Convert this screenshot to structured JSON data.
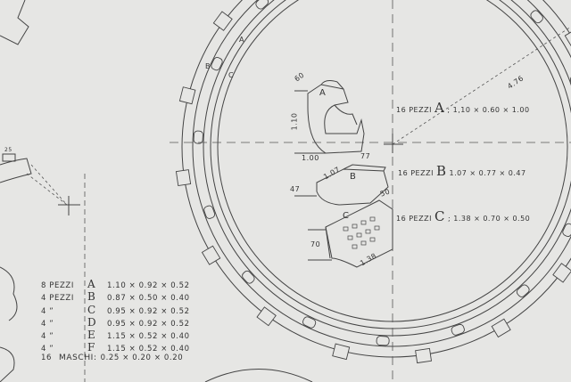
{
  "drawing": {
    "ring_labels": [
      "A",
      "B",
      "C"
    ],
    "radius_label": "4.76",
    "small_dim_label": "25",
    "pieces": [
      {
        "qty": "16 PEZZI",
        "letter": "A",
        "dims": "; 1,10 × 0.60 × 1.00"
      },
      {
        "qty": "16 PEZZI",
        "letter": "B",
        "dims": "1.07 × 0.77 × 0.47"
      },
      {
        "qty": "16 PEZZI",
        "letter": "C",
        "dims": "; 1.38 × 0.70 × 0.50"
      }
    ],
    "piece_dims": {
      "a_depth": "60",
      "a_height": "1.10",
      "a_width": "1.00",
      "a_tag": "A",
      "b_length": "1.07",
      "b_width": "77",
      "b_height": "47",
      "b_tag": "B",
      "c_depth": "50",
      "c_height": "70",
      "c_length": "1.38",
      "c_tag": "C"
    },
    "legend": [
      {
        "qty": "8 PEZZI",
        "letter": "A",
        "dims": "1.10 × 0.92 × 0.52"
      },
      {
        "qty": "4 PEZZI",
        "letter": "B",
        "dims": "0.87 × 0.50 × 0.40"
      },
      {
        "qty": "4   ”",
        "letter": "C",
        "dims": "0.95 × 0.92 × 0.52"
      },
      {
        "qty": "4   ”",
        "letter": "D",
        "dims": "0.95 × 0.92 × 0.52"
      },
      {
        "qty": "4   ”",
        "letter": "E",
        "dims": "1.15 × 0.52 × 0.40"
      },
      {
        "qty": "4   ”",
        "letter": "F",
        "dims": "1.15 × 0.52 × 0.40"
      },
      {
        "qty": "16",
        "letter": "MASCHI:",
        "dims": "0.25 × 0.20 × 0.20"
      }
    ]
  }
}
